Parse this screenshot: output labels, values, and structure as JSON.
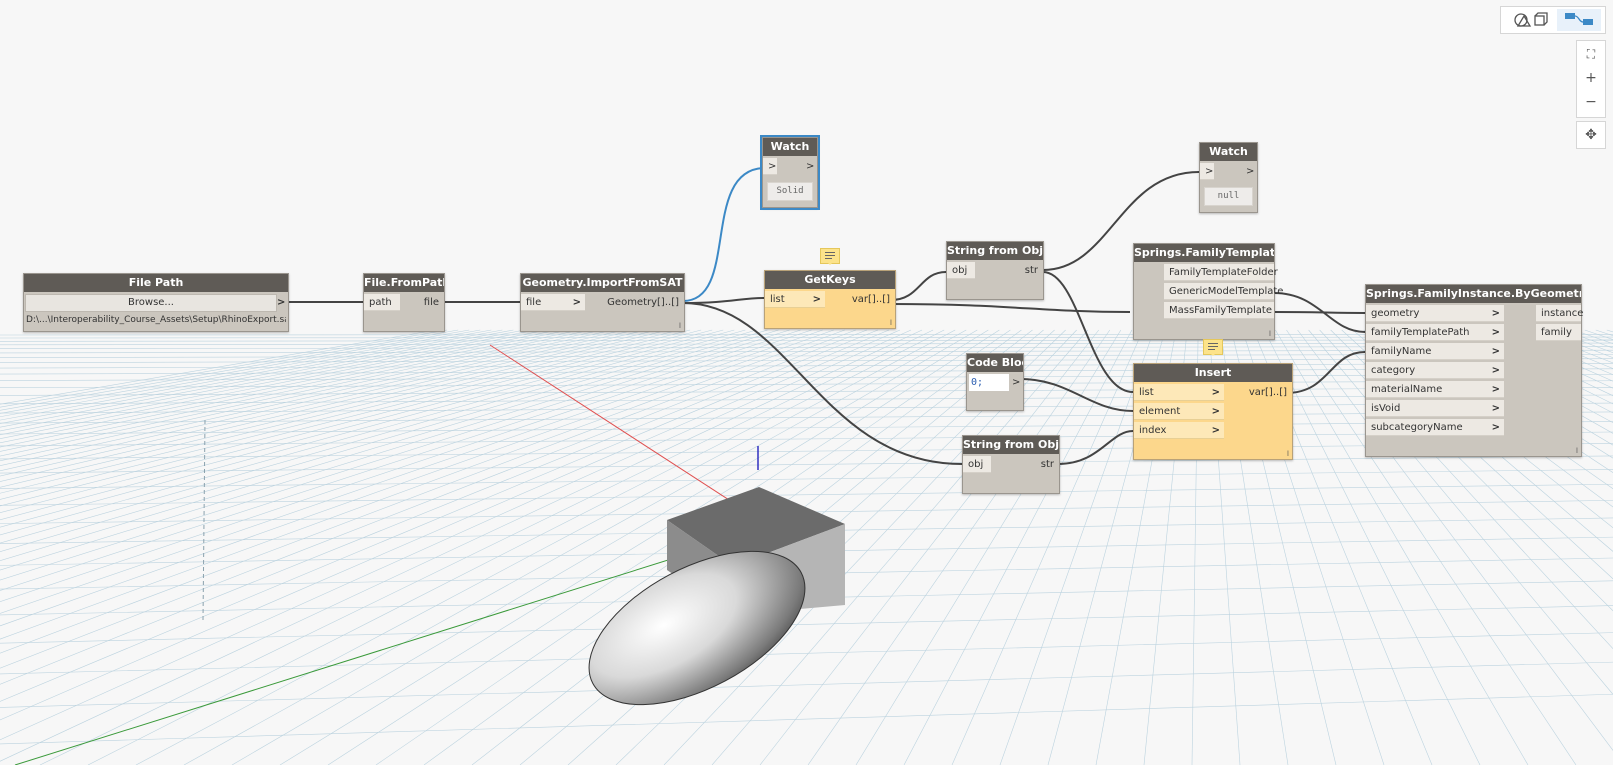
{
  "toolbar": {
    "mode_3d_icon": "geometry-view-icon",
    "mode_graph_icon": "graph-view-icon",
    "zoom_fit": "⛶",
    "zoom_in": "+",
    "zoom_out": "−",
    "pan": "✥"
  },
  "nodes": {
    "file_path": {
      "title": "File Path",
      "button": "Browse...",
      "out": ">",
      "value": "D:\\...\\Interoperability_Course_Assets\\Setup\\RhinoExport.sat"
    },
    "file_from_path": {
      "title": "File.FromPath",
      "in": "path",
      "out": "file"
    },
    "import_sat": {
      "title": "Geometry.ImportFromSAT",
      "in": "file",
      "out": "Geometry[]..[]"
    },
    "watch1": {
      "title": "Watch",
      "in": ">",
      "out": ">",
      "value": "Solid"
    },
    "getkeys": {
      "title": "GetKeys",
      "in": "list",
      "out": "var[]..[]"
    },
    "str_obj1": {
      "title": "String from Object",
      "in": "obj",
      "out": "str"
    },
    "watch2": {
      "title": "Watch",
      "in": ">",
      "out": ">",
      "value": "null"
    },
    "springs_paths": {
      "title": "Springs.FamilyTemplatePaths",
      "outs": [
        "FamilyTemplateFolder",
        "GenericModelTemplate",
        "MassFamilyTemplate"
      ]
    },
    "code_block": {
      "title": "Code Block",
      "code": "0;",
      "out": ">"
    },
    "insert": {
      "title": "Insert",
      "ins": [
        "list",
        "element",
        "index"
      ],
      "out": "var[]..[]"
    },
    "str_obj2": {
      "title": "String from Object",
      "in": "obj",
      "out": "str"
    },
    "family_instance": {
      "title": "Springs.FamilyInstance.ByGeometry",
      "ins": [
        "geometry",
        "familyTemplatePath",
        "familyName",
        "category",
        "materialName",
        "isVoid",
        "subcategoryName"
      ],
      "outs": [
        "instance",
        "family"
      ]
    }
  },
  "lacing": "l"
}
